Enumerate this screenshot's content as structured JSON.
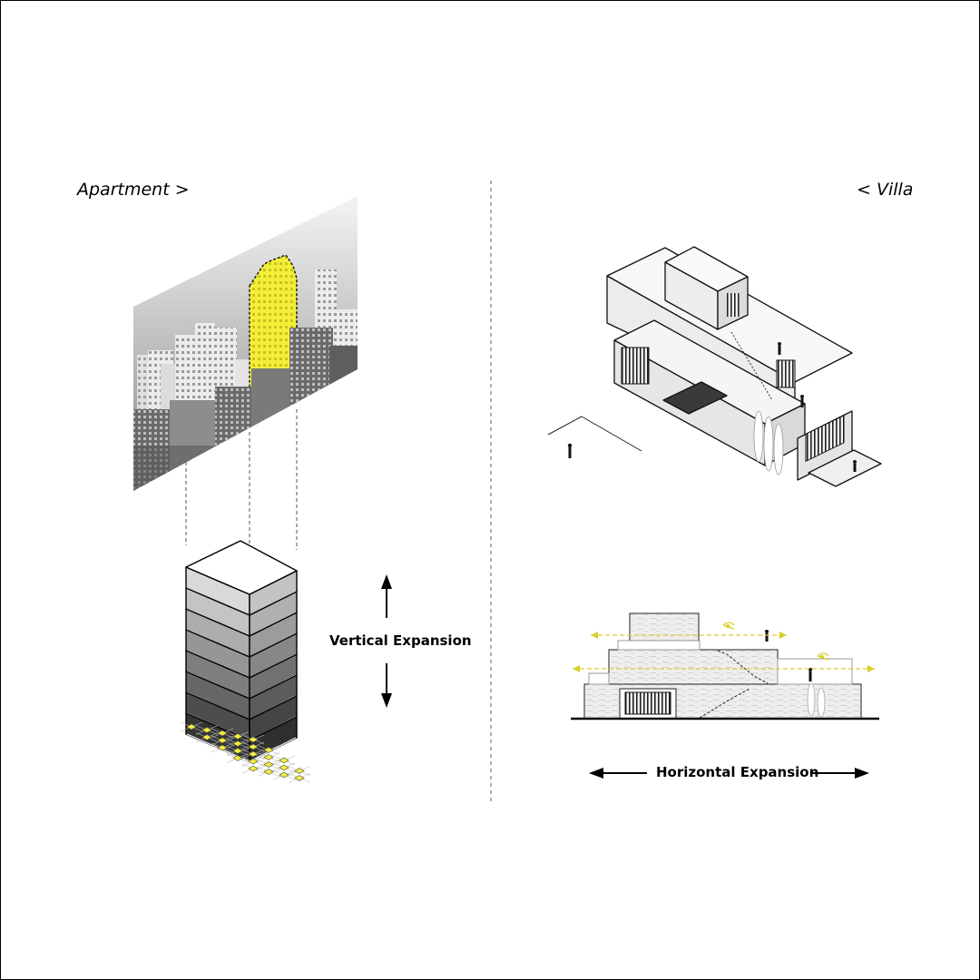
{
  "labels": {
    "apartment": "Apartment >",
    "villa": "< Villa",
    "vertical": "Vertical Expansion",
    "horizontal": "Horizontal Expansion"
  },
  "colors": {
    "highlight": "#f2ee3a",
    "dashed_guide": "#d8cf2a",
    "ink": "#111111"
  },
  "icons": {
    "arrow_up": "arrow-up-icon",
    "arrow_down": "arrow-down-icon",
    "arrow_left": "arrow-left-icon",
    "arrow_right": "arrow-right-icon",
    "eye": "eye-icon"
  },
  "tower": {
    "floor_shades": [
      "#d9d9d9",
      "#c4c4c4",
      "#adadad",
      "#969696",
      "#7e7e7e",
      "#666666",
      "#4d4d4d",
      "#343434"
    ]
  }
}
